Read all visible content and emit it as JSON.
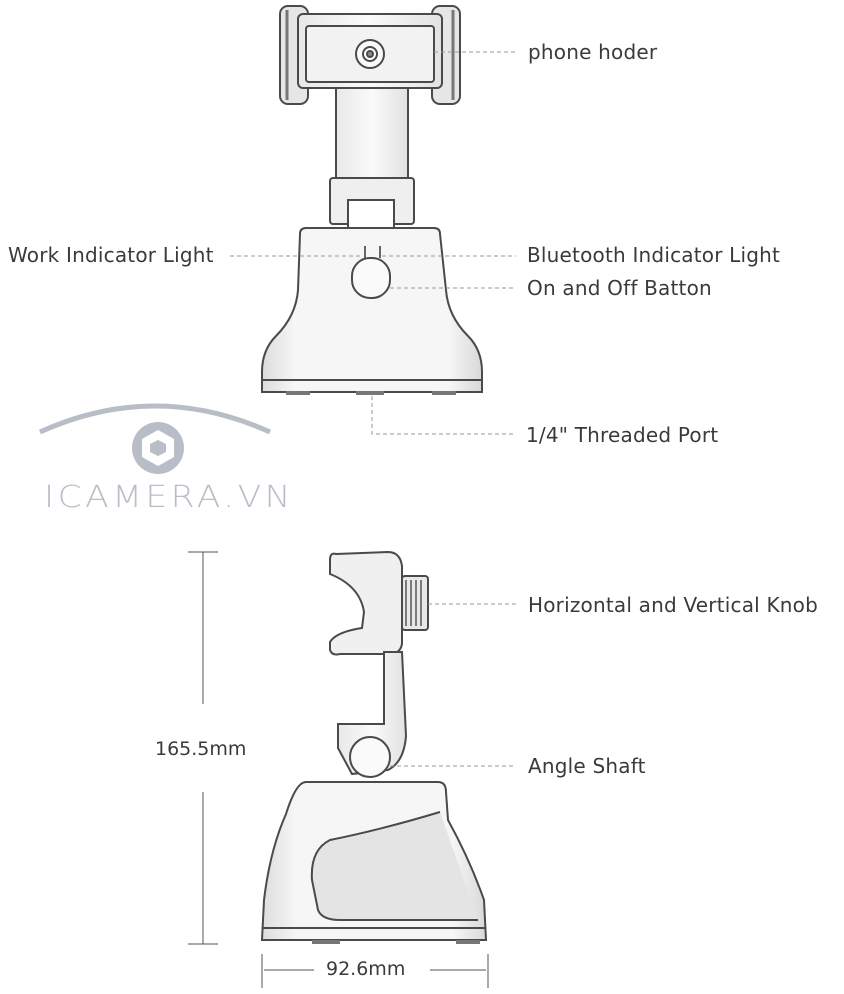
{
  "labels": {
    "phone_holder": "phone hoder",
    "work_indicator": "Work Indicator Light",
    "bluetooth_indicator": "Bluetooth Indicator Light",
    "on_off_button": "On and Off Batton",
    "threaded_port": "1/4\" Threaded Port",
    "knob": "Horizontal and Vertical Knob",
    "angle_shaft": "Angle Shaft"
  },
  "dimensions": {
    "height": "165.5mm",
    "width": "92.6mm"
  },
  "watermark": {
    "text": "ICAMERA.VN",
    "color": "#b9bdc8"
  },
  "colors": {
    "outline": "#4a4a4a",
    "body_fill": "#f4f4f4",
    "dash": "#9a9a9a"
  }
}
